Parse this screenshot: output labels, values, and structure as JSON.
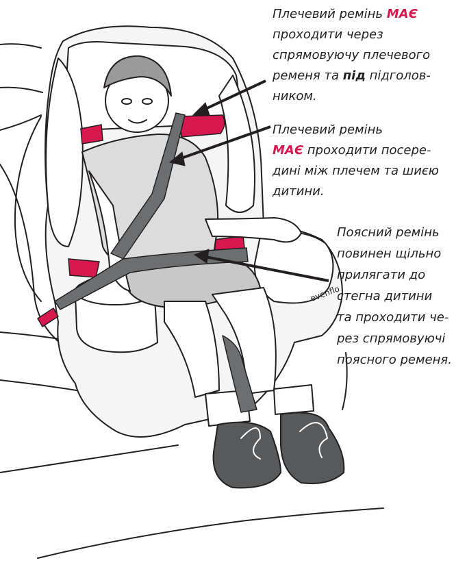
{
  "callouts": {
    "shoulder_belt_guide": {
      "line1_prefix": "Плечевий ремінь ",
      "line1_emphasis": "МАЄ",
      "line2": "проходити через",
      "line3": "спрямовуючу плечевого",
      "line4_prefix": "ременя та ",
      "line4_bold": "під",
      "line4_suffix": " підголов-",
      "line5": "ником."
    },
    "shoulder_belt_position": {
      "line1": "Плечевий ремінь",
      "line2_emphasis": "МАЄ",
      "line2_suffix": " проходити посере-",
      "line3": "дині між плечем та шиєю",
      "line4": "дитини."
    },
    "lap_belt": {
      "lines": [
        "Поясний  ремінь",
        "повинен  щільно",
        "прилягати до",
        "стегна дитини",
        "та проходити че-",
        "рез спрямовуючі",
        "поясного ременя."
      ]
    }
  },
  "seat": {
    "brand_mark": "evenflo"
  },
  "colors": {
    "accent": "#d6184f",
    "belt": "#6d6e70",
    "outline": "#231f20",
    "shoe": "#58595b"
  }
}
